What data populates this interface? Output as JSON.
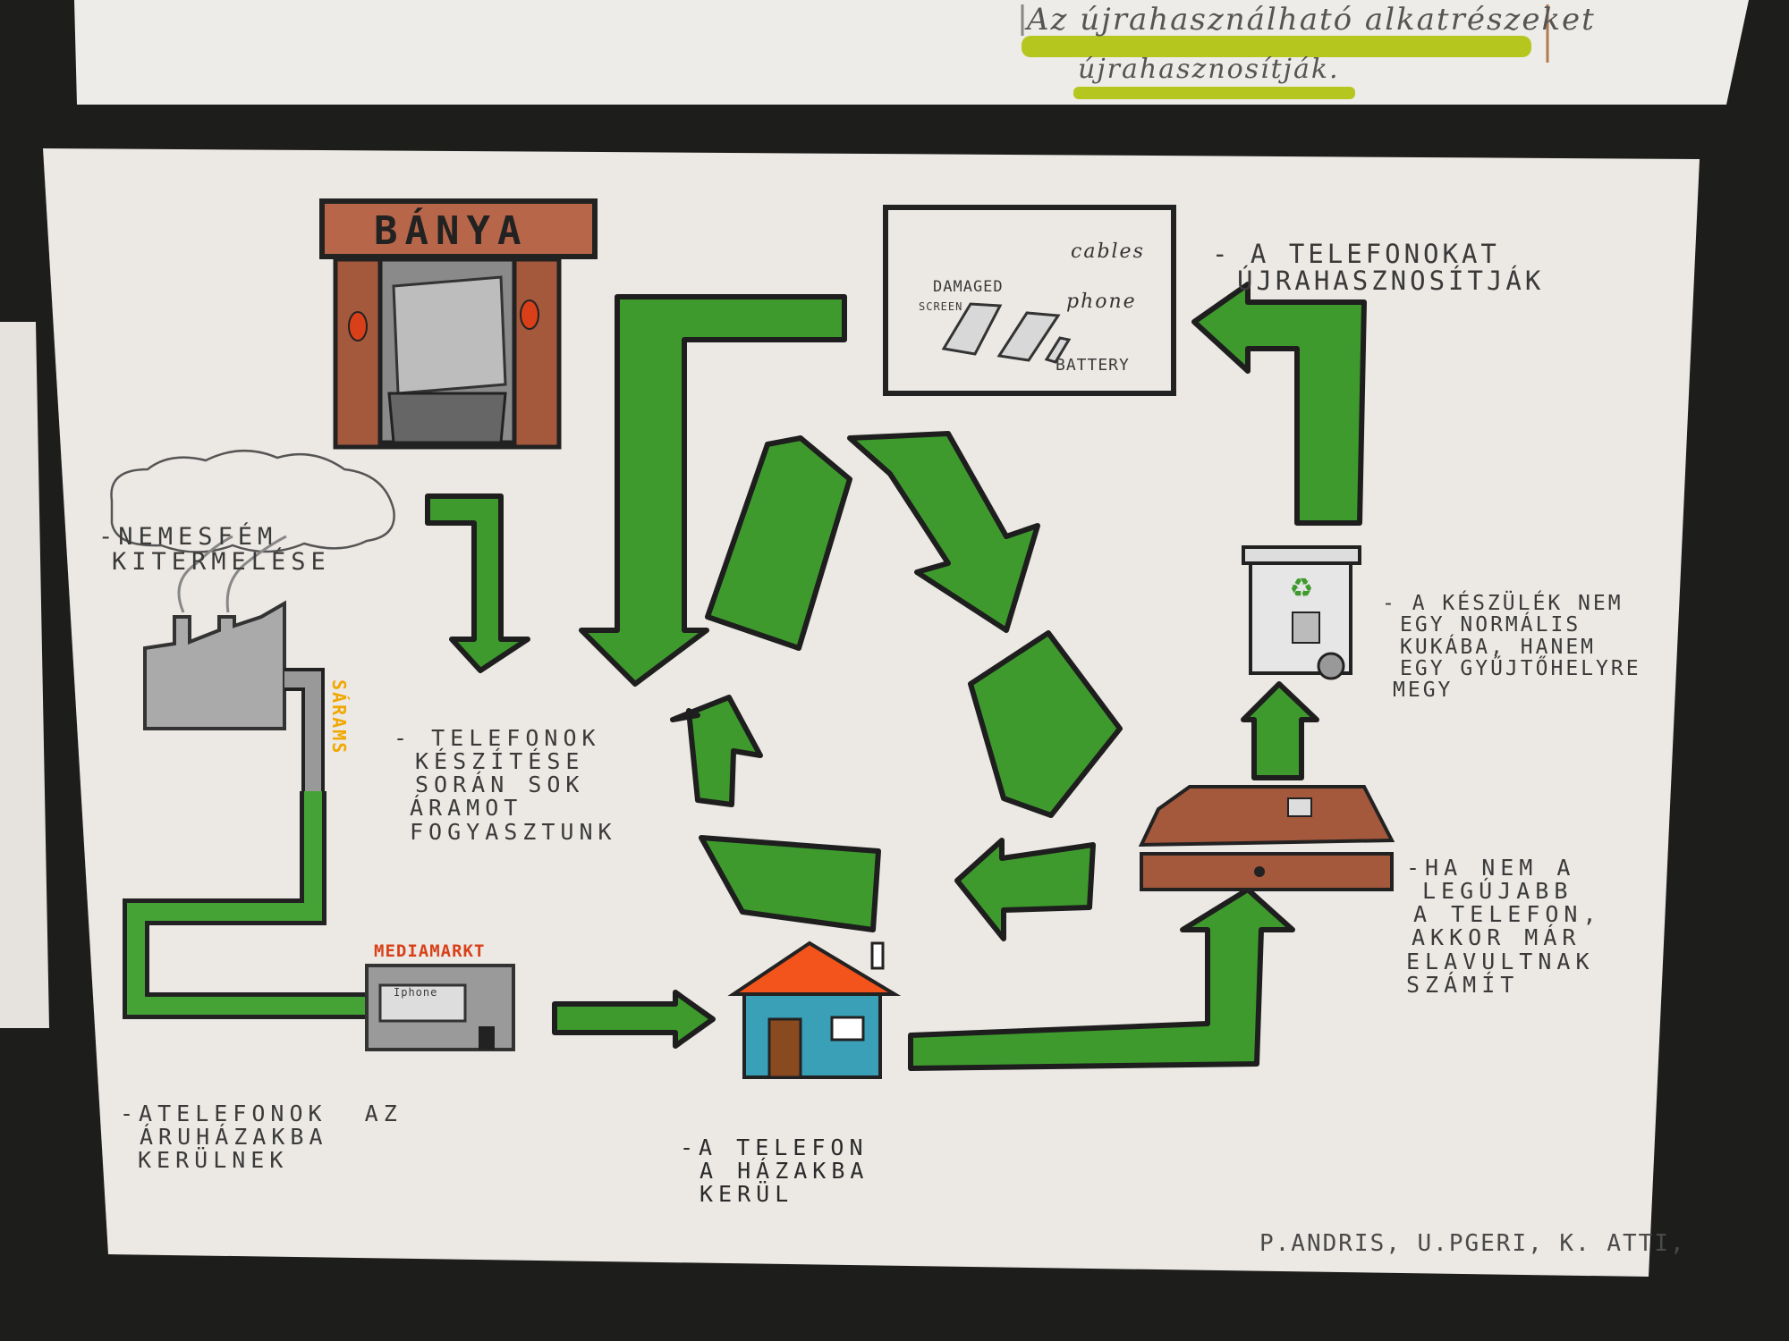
{
  "top_poster": {
    "line1": "Az újrahasználható alkatrészeket",
    "line2": "újrahasznosítják."
  },
  "mine": {
    "sign": "BÁNYA"
  },
  "captions": {
    "mining": [
      "-NEMESFÉM",
      "KITERMELÉSE"
    ],
    "electricity": "SÁRAMS",
    "manufacturing": [
      "- TELEFONOK",
      "KÉSZÍTÉSE",
      "SORÁN SOK",
      "ÁRAMOT",
      "FOGYASZTUNK"
    ],
    "stores": [
      "-ATELEFONOK  AZ",
      "ÁRUHÁZAKBA",
      "KERÜLNEK"
    ],
    "homes": [
      "-A TELEFON",
      "A HÁZAKBA",
      "KERÜL"
    ],
    "not_newest": [
      "-HA NEM A",
      "LEGÚJABB",
      "A TELEFON,",
      "AKKOR MÁR",
      "ELAVULTNAK",
      "SZÁMÍT"
    ],
    "collection": [
      "- A KÉSZÜLÉK NEM",
      "EGY NORMÁLIS",
      "KUKÁBA, HANEM",
      "EGY GYŰJTŐHELYRE",
      "MEGY"
    ],
    "reuse": [
      "- A TELEFONOKAT",
      "ÚJRAHASZNOSÍTJÁK"
    ]
  },
  "store": {
    "sign": "MEDIAMARKT",
    "display": "Iphone"
  },
  "parts_box": {
    "damaged": "DAMAGED",
    "screen": "SCREEN",
    "cables": "cables",
    "phone": "phone",
    "battery": "BATTERY"
  },
  "authors": "P.ANDRIS, U.PGERI, K. ATTI,",
  "colors": {
    "green": "#3f9a2e",
    "paper": "#ece9e4",
    "board": "#1d1d1b",
    "brick": "#a4583c",
    "orange": "#f0a800"
  }
}
